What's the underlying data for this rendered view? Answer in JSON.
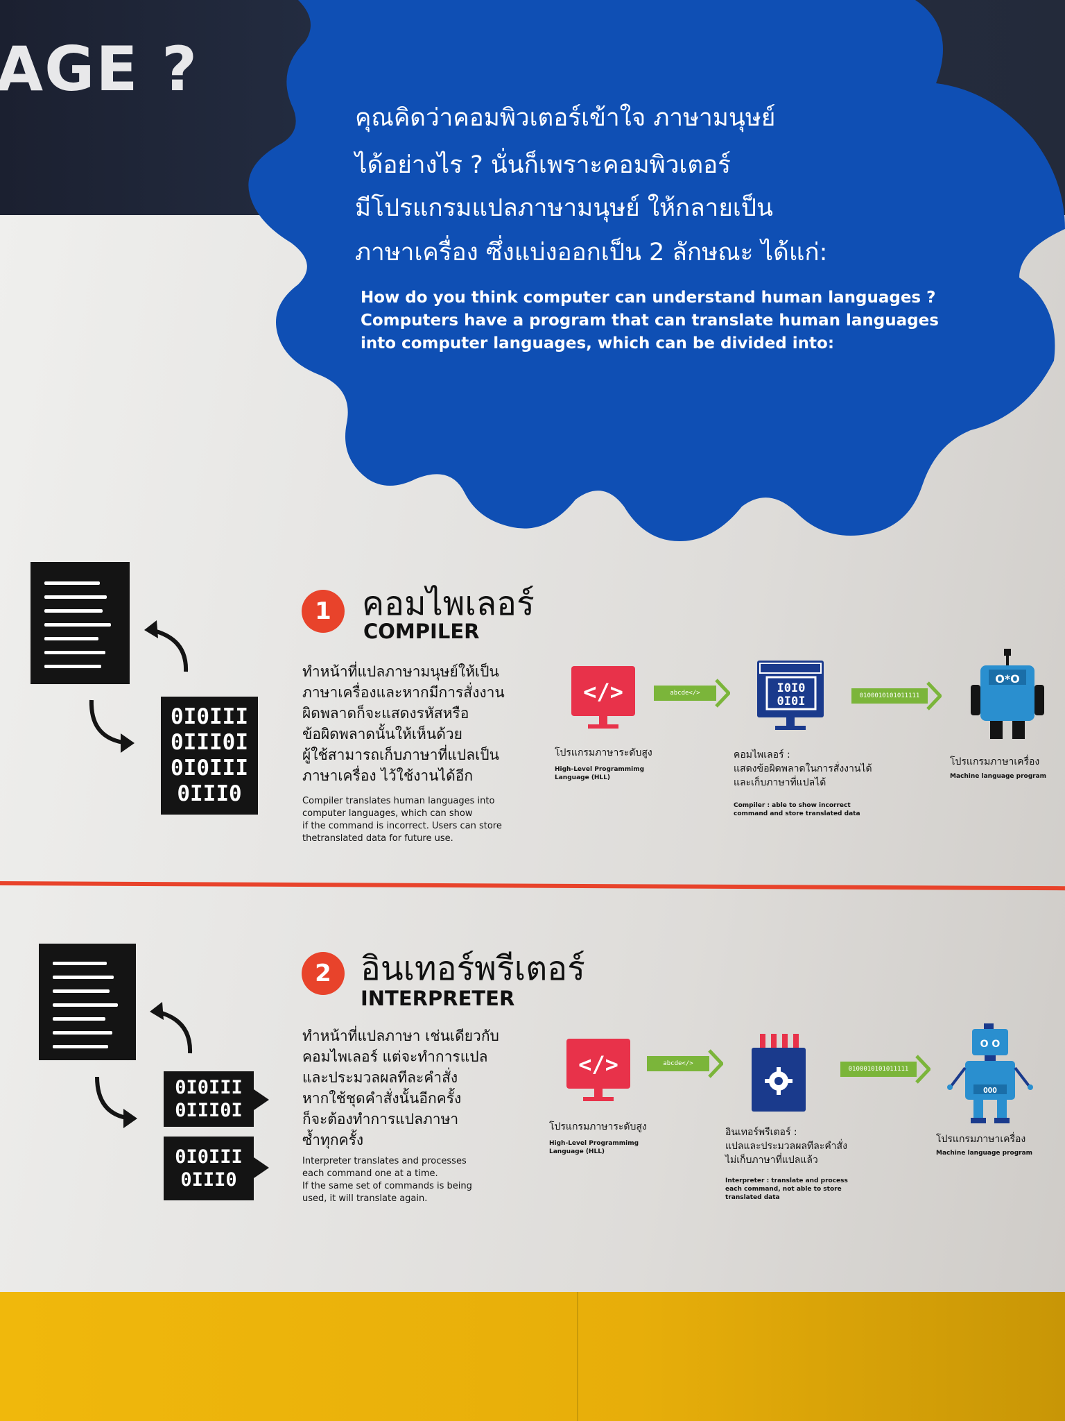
{
  "header": {
    "partial_title": "AGE ?"
  },
  "intro": {
    "th_lines": [
      "คุณคิดว่าคอมพิวเตอร์เข้าใจ ภาษามนุษย์",
      "ได้อย่างไร ? นั่นก็เพราะคอมพิวเตอร์",
      "มีโปรแกรมแปลภาษามนุษย์ ให้กลายเป็น",
      "ภาษาเครื่อง ซึ่งแบ่งออกเป็น 2 ลักษณะ ได้แก่:"
    ],
    "en_lines": [
      "How do you think computer can understand human languages ?",
      "Computers have a program that can translate human languages",
      "into computer languages, which can be divided into:"
    ]
  },
  "compiler": {
    "number": "1",
    "title_th": "คอมไพเลอร์",
    "title_en": "COMPILER",
    "desc_th": [
      "ทำหน้าที่แปลภาษามนุษย์ให้เป็น",
      "ภาษาเครื่องและหากมีการสั่งงาน",
      "ผิดพลาดก็จะแสดงรหัสหรือ",
      "ข้อผิดพลาดนั้นให้เห็นด้วย",
      "ผู้ใช้สามารถเก็บภาษาที่แปลเป็น",
      "ภาษาเครื่อง ไว้ใช้งานได้อีก"
    ],
    "desc_en": [
      "Compiler translates human languages into",
      "computer languages, which can show",
      "if the command is incorrect. Users can store",
      "thetranslated data for future use."
    ],
    "bin_rows": [
      "0I0III",
      "0III0I",
      "0I0III",
      "0III0"
    ],
    "tag1": "abcde</>",
    "tag2": "0100010101011111",
    "monitor_glyph": "</>",
    "screen_rows": [
      "I0I0",
      "0I0I"
    ],
    "robot_face": "O*O",
    "step1_th": "โปรแกรมภาษาระดับสูง",
    "step1_en": [
      "High-Level Programmimg",
      "Language (HLL)"
    ],
    "step2_th": [
      "คอมไพเลอร์ :",
      "แสดงข้อผิดพลาดในการสั่งงานได้",
      "และเก็บภาษาที่แปลได้"
    ],
    "step2_en": [
      "Compiler : able to show incorrect",
      "command and store translated data"
    ],
    "step3_th": "โปรแกรมภาษาเครื่อง",
    "step3_en": "Machine language program"
  },
  "interpreter": {
    "number": "2",
    "title_th": "อินเทอร์พรีเตอร์",
    "title_en": "INTERPRETER",
    "desc_th": [
      "ทำหน้าที่แปลภาษา เช่นเดียวกับ",
      "คอมไพเลอร์ แต่จะทำการแปล",
      "และประมวลผลทีละคำสั่ง",
      "หากใช้ชุดคำสั่งนั้นอีกครั้ง",
      "ก็จะต้องทำการแปลภาษา",
      "ซ้ำทุกครั้ง"
    ],
    "desc_en": [
      "Interpreter translates and processes",
      "each command one at a time.",
      "If the same set of commands is being",
      "used, it will translate again."
    ],
    "bin_rows_a": [
      "0I0III",
      "0III0I"
    ],
    "bin_rows_b": [
      "0I0III",
      "0III0"
    ],
    "tag1": "abcde</>",
    "tag2": "0100010101011111",
    "monitor_glyph": "</>",
    "robot_face": "O O",
    "robot_body": "OOO",
    "step1_th": "โปรแกรมภาษาระดับสูง",
    "step1_en": [
      "High-Level Programmimg",
      "Language (HLL)"
    ],
    "step2_th": [
      "อินเทอร์พรีเตอร์ :",
      "แปลและประมวลผลทีละคำสั่ง",
      "ไม่เก็บภาษาที่แปลแล้ว"
    ],
    "step2_en": [
      "Interpreter : translate and process",
      "each command, not able to store",
      "translated data"
    ],
    "step3_th": "โปรแกรมภาษาเครื่อง",
    "step3_en": "Machine language program"
  },
  "colors": {
    "burst": "#0f4fb4",
    "accent_red": "#e8432b",
    "green": "#7bb53a",
    "pink": "#e8324a",
    "navy": "#1a3a8c",
    "sky": "#2a8fcf",
    "yellow": "#f0b80c"
  }
}
